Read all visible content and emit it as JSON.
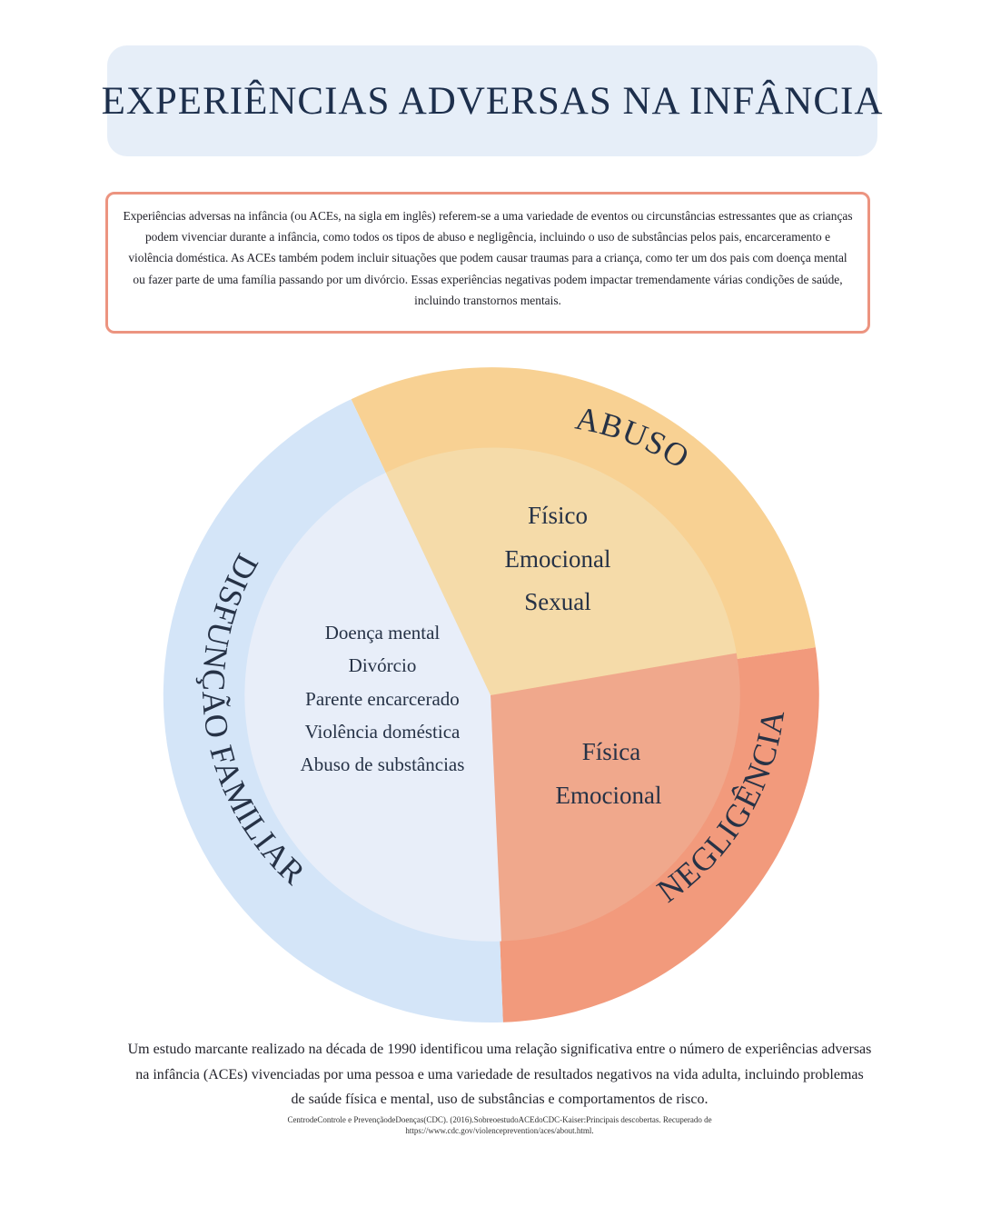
{
  "title": "EXPERIÊNCIAS ADVERSAS NA INFÂNCIA",
  "intro": "Experiências adversas na infância (ou ACEs, na sigla em inglês) referem-se a uma variedade de eventos ou circunstâncias estressantes que as crianças podem vivenciar durante a infância, como todos os tipos de abuso e negligência, incluindo o uso de substâncias pelos pais, encarceramento e violência doméstica. As ACEs também podem incluir situações que podem causar traumas para a criança, como ter um dos pais com doença mental ou fazer parte de uma família passando por um divórcio. Essas experiências negativas podem impactar tremendamente várias condições de saúde, incluindo transtornos mentais.",
  "diagram": {
    "abuso": {
      "label": "ABUSO",
      "items": [
        "Físico",
        "Emocional",
        "Sexual"
      ],
      "outer_color": "#f8d193",
      "inner_color": "#f5dba9"
    },
    "negligencia": {
      "label": "NEGLIGÊNCIA",
      "items": [
        "Física",
        "Emocional"
      ],
      "outer_color": "#f29a7c",
      "inner_color": "#f0a88c"
    },
    "disfuncao": {
      "label": "DISFUNÇÃO FAMILIAR",
      "items": [
        "Doença mental",
        "Divórcio",
        "Parente encarcerado",
        "Violência doméstica",
        "Abuso de substâncias"
      ],
      "outer_color": "#d4e5f8",
      "inner_color": "#e8eef9"
    }
  },
  "footer": {
    "study": "Um estudo marcante realizado na década de 1990 identificou uma relação significativa entre o número de experiências adversas na infância (ACEs) vivenciadas por uma pessoa e uma variedade de resultados negativos na vida adulta, incluindo problemas de saúde física e mental, uso de substâncias e comportamentos de risco.",
    "reference": "CentrodeControle e PrevençãodeDoenças(CDC). (2016).SobreoestudoACEdoCDC-Kaiser:Principais descobertas. Recuperado de https://www.cdc.gov/violenceprevention/aces/about.html."
  }
}
